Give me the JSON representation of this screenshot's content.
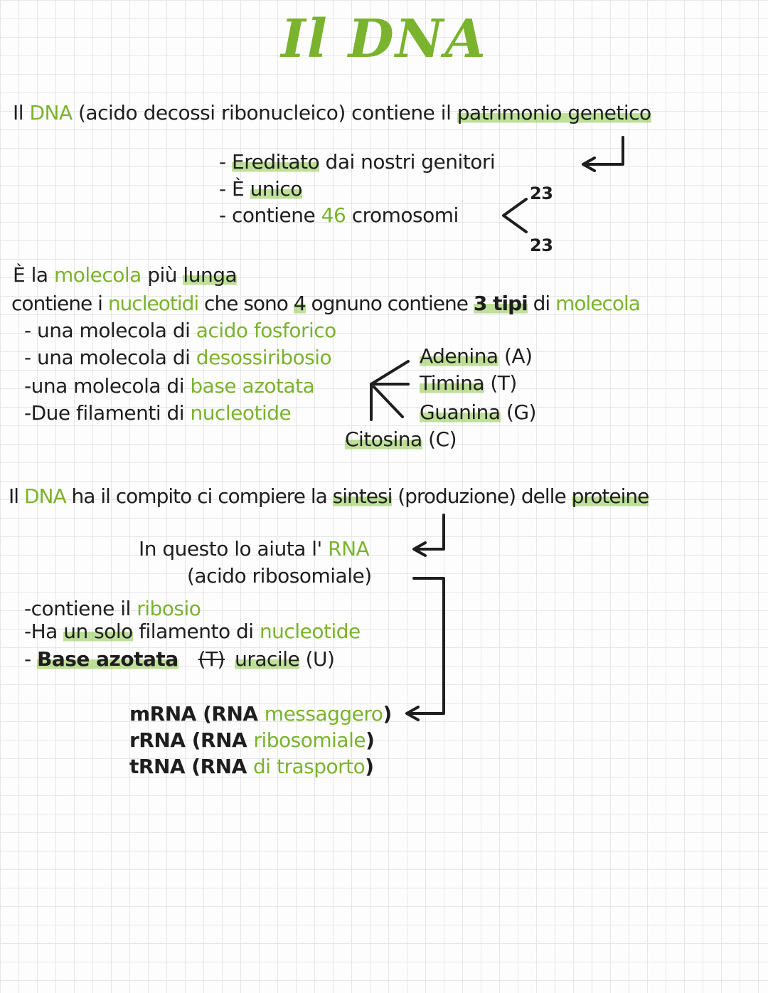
{
  "title": "Il DNA",
  "intro": {
    "a": "Il ",
    "dna": "DNA",
    "b": " (acido decossi ribonucleico) contiene il ",
    "pat": "patrimonio genetico"
  },
  "props": {
    "p1": {
      "dash": "- ",
      "hl": "Ereditato",
      "rest": " dai nostri genitori"
    },
    "p2": {
      "dash": "- ",
      "e": "È ",
      "hl": "unico"
    },
    "p3": {
      "dash": "- ",
      "a": "contiene ",
      "n": "46",
      "b": " cromosomi"
    },
    "c1": "23",
    "c2": "23"
  },
  "mol": {
    "l1": {
      "a": "È la ",
      "g": "molecola",
      "b": " più ",
      "hl": "lunga"
    },
    "l2": {
      "a": "contiene i ",
      "g": "nucleotidi",
      "b": " che sono ",
      "n": "4",
      "c": " ognuno contiene ",
      "t": "3 tipi",
      "d": " di ",
      "m": "molecola"
    },
    "i1": {
      "a": "- una molecola di ",
      "g": "acido fosforico"
    },
    "i2": {
      "a": "- una molecola di ",
      "g": "desossiribosio"
    },
    "i3": {
      "a": "-una molecola di ",
      "g": "base azotata"
    },
    "i4": {
      "a": "-Due filamenti di ",
      "g": "nucleotide"
    }
  },
  "bases": {
    "a": {
      "hl": "Adenina",
      "r": " (A)"
    },
    "t": {
      "hl": "Timina",
      "r": " (T)"
    },
    "g": {
      "hl": "Guanina",
      "r": " (G)"
    },
    "c": {
      "hl": "Citosina",
      "r": " (C)"
    }
  },
  "sintesi": {
    "a": "Il ",
    "dna": "DNA",
    "b": " ha il compito ci compiere la ",
    "s": "sintesi",
    "c": " (produzione) delle ",
    "p": "proteine"
  },
  "rna": {
    "h1": {
      "a": "In questo lo aiuta l' ",
      "g": "RNA"
    },
    "h2": "(acido ribosomiale)",
    "r1": {
      "a": "-contiene il ",
      "g": "ribosio"
    },
    "r2": {
      "a": "-Ha ",
      "hl": "un solo",
      "b": " filamento di ",
      "g": "nucleotide"
    },
    "r3": {
      "a": "- ",
      "hl": "Base azotata",
      "x": "(T)",
      "hl2": "uracile",
      "b": " (U)"
    }
  },
  "types": {
    "m": {
      "a": "mRNA (RNA ",
      "g": "messaggero",
      "b": ")"
    },
    "r": {
      "a": "rRNA (RNA ",
      "g": "ribosomiale",
      "b": ")"
    },
    "t": {
      "a": "tRNA (RNA ",
      "g": "di trasporto",
      "b": ")"
    }
  }
}
